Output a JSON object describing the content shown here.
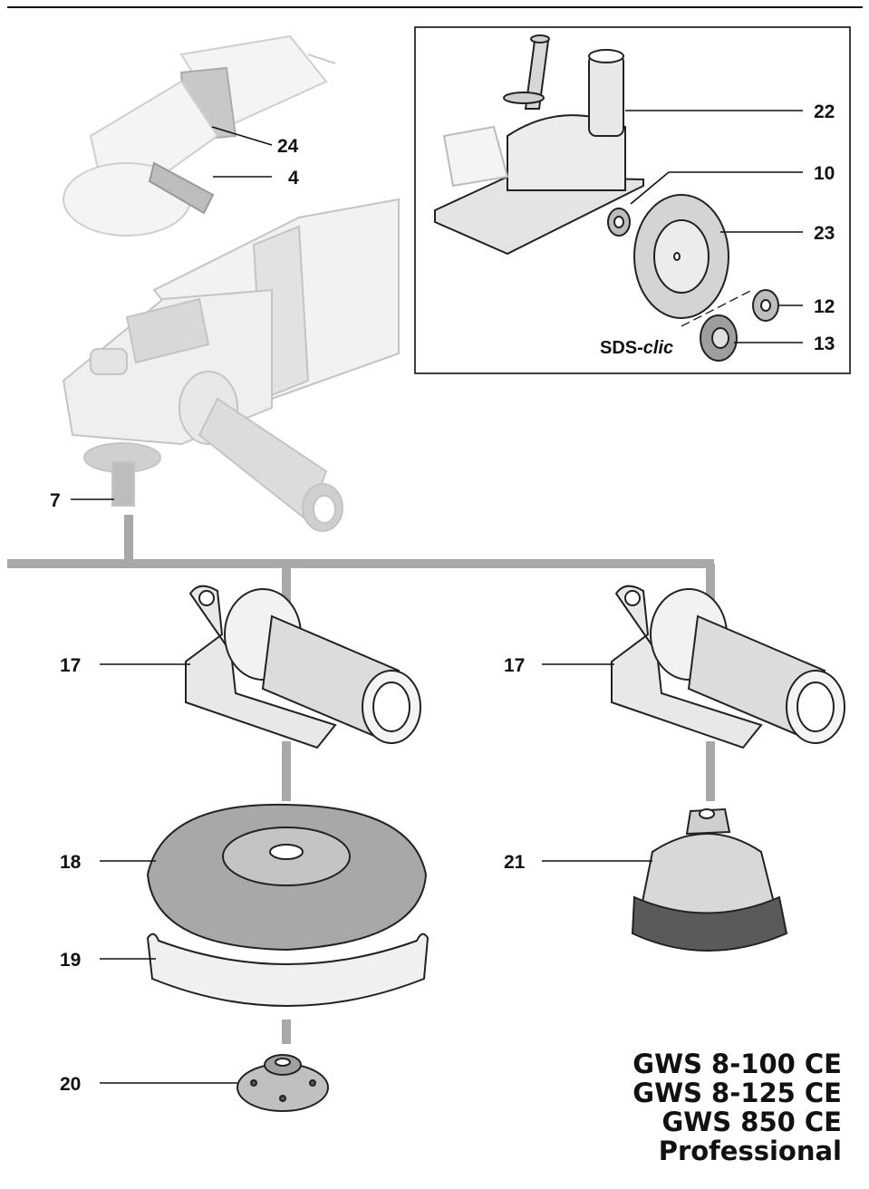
{
  "callouts": {
    "c24": "24",
    "c4": "4",
    "c7": "7",
    "c22": "22",
    "c10": "10",
    "c23": "23",
    "c12": "12",
    "c13": "13",
    "c17a": "17",
    "c17b": "17",
    "c18": "18",
    "c19": "19",
    "c20": "20",
    "c21": "21"
  },
  "sds_label": {
    "prefix": "SDS-",
    "suffix": "clic"
  },
  "models": [
    "GWS 8-100 CE",
    "GWS 8-125 CE",
    "GWS 850 CE",
    "Professional"
  ],
  "colors": {
    "line": "#111111",
    "connector": "#a8a8a8",
    "part_fill": "#e6e6e6",
    "part_dark": "#9a9a9a"
  }
}
